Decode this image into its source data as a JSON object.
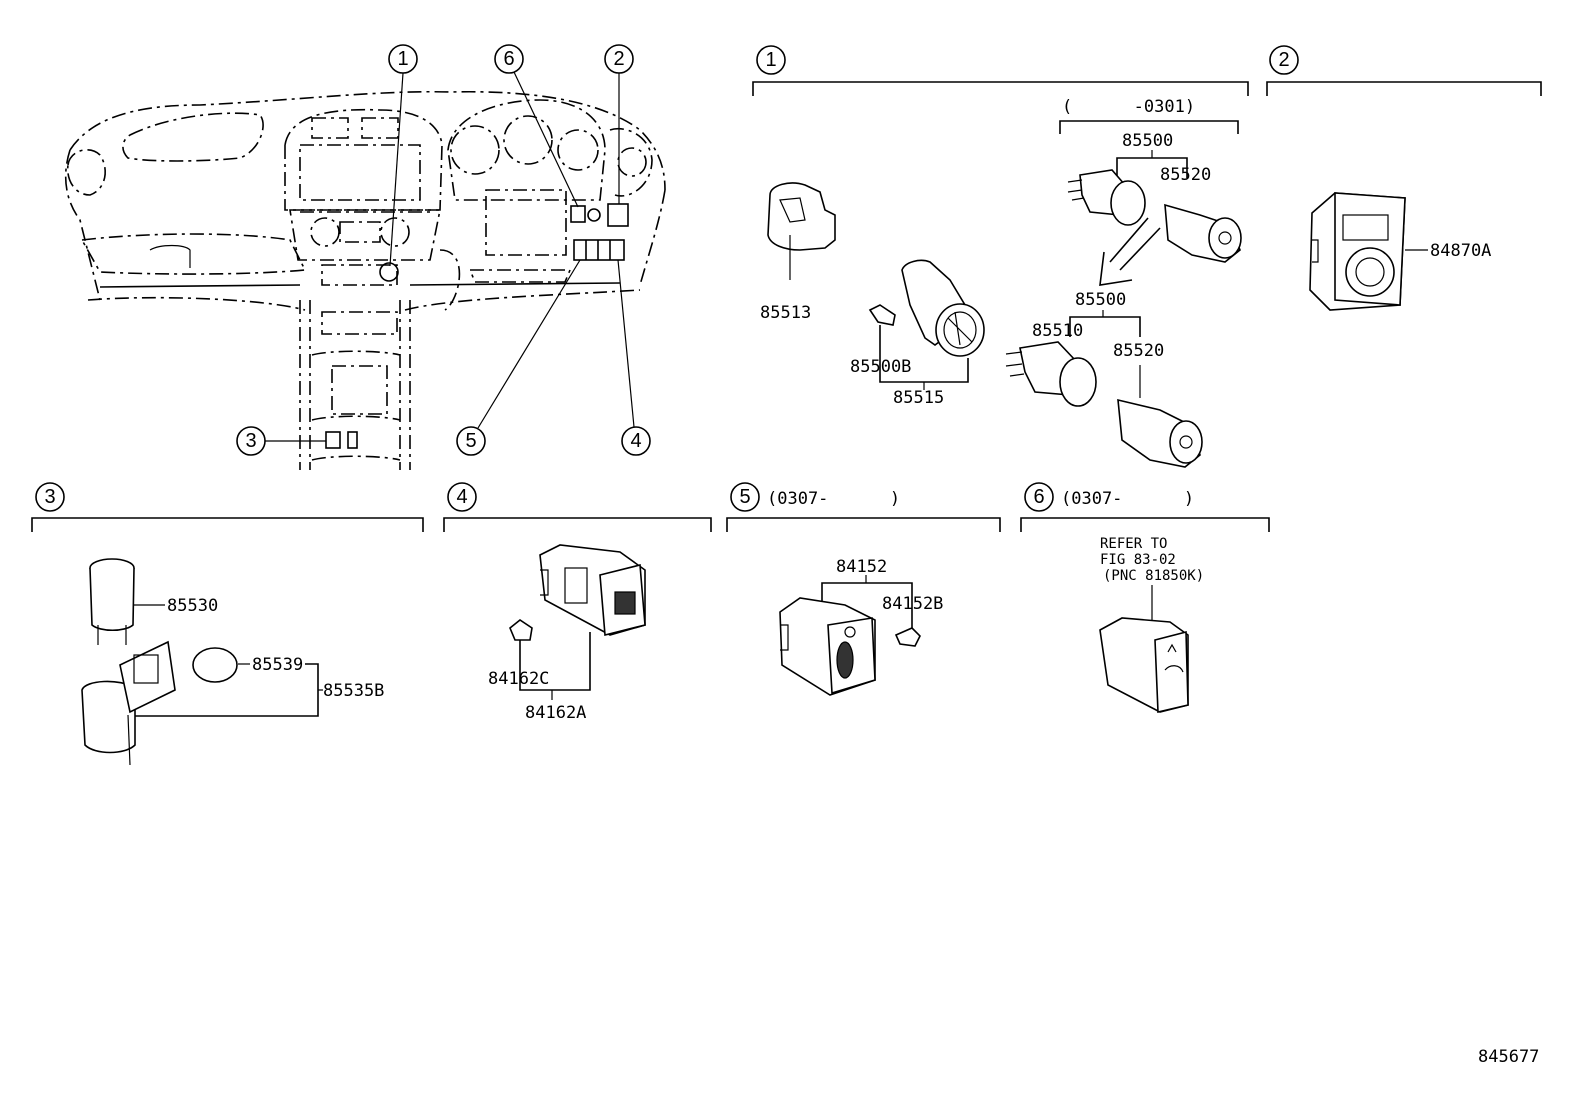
{
  "callouts": {
    "c1": "1",
    "c2": "2",
    "c3": "3",
    "c4": "4",
    "c5": "5",
    "c6": "6"
  },
  "sections": {
    "s1_num": "1",
    "s1_sub": "(      -0301)",
    "s2_num": "2",
    "s3_num": "3",
    "s4_num": "4",
    "s5_num": "5",
    "s5_range": "(0307-      )",
    "s6_num": "6",
    "s6_range": "(0307-      )"
  },
  "parts": {
    "p85513": "85513",
    "p85500_top": "85500",
    "p85520_top": "85520",
    "p85500_mid": "85500",
    "p85510": "85510",
    "p85520_bot": "85520",
    "p85500B": "85500B",
    "p85515": "85515",
    "p84870A": "84870A",
    "p85530": "85530",
    "p85539": "85539",
    "p85535B": "85535B",
    "p84162C": "84162C",
    "p84162A": "84162A",
    "p84152": "84152",
    "p84152B": "84152B"
  },
  "refer": {
    "line1": "REFER TO",
    "line2": "FIG 83-02",
    "line3": "(PNC 81850K)"
  },
  "figure_id": "845677"
}
